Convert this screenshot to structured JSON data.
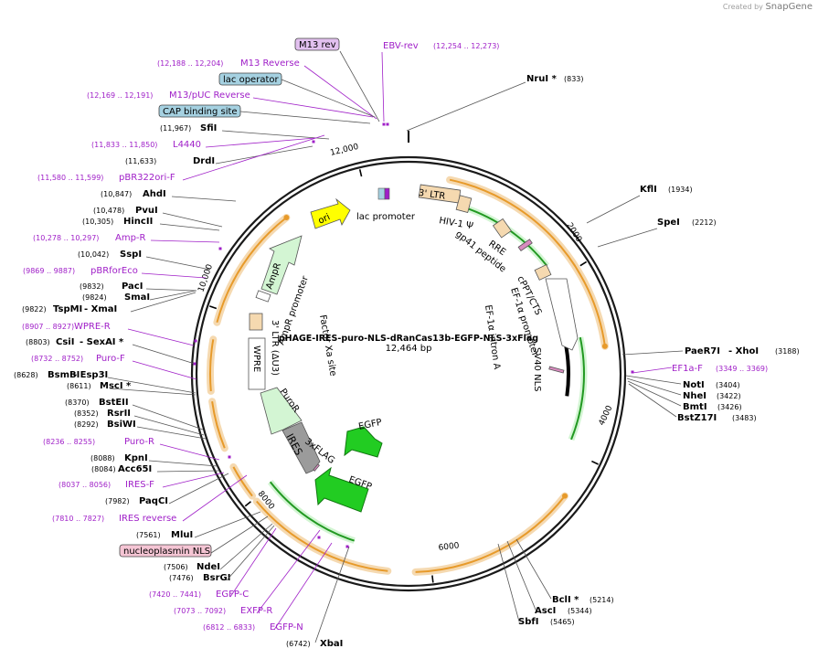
{
  "branding": {
    "created_by": "Created by",
    "app": "SnapGene"
  },
  "colors": {
    "backbone": "#1a1a1a",
    "primer": "#a020c8",
    "orange_fill": "#f5d9b0",
    "orange_stroke": "#e79a2a",
    "green_fill": "#d3f5d3",
    "bright_green": "#22cc22",
    "yellow": "#ffff00",
    "gray": "#9b9b9b",
    "pink": "#d88bbf",
    "blue": "#a5d1e1"
  },
  "plasmid": {
    "name": "pHAGE-IRES-puro-NLS-dRanCas13b-EGFP-NLS-3xFlag",
    "size": "12,464 bp"
  },
  "ticks": [
    "2000",
    "4000",
    "6000",
    "8000",
    "10,000",
    "12,000"
  ],
  "labels": {
    "m13rev": "M13 rev",
    "ebvrev": "EBV-rev",
    "ebvrev_coord": "(12,254 .. 12,273)",
    "m13reverse_coord": "(12,188 .. 12,204)",
    "m13reverse": "M13 Reverse",
    "lac_operator": "lac operator",
    "m13puc_coord": "(12,169 .. 12,191)",
    "m13puc": "M13/pUC Reverse",
    "cap": "CAP binding site",
    "sfii_coord": "(11,967)",
    "sfii": "SfiI",
    "l4440_coord": "(11,833 .. 11,850)",
    "l4440": "L4440",
    "drdi_coord": "(11,633)",
    "drdi": "DrdI",
    "pbr322_coord": "(11,580 .. 11,599)",
    "pbr322": "pBR322ori-F",
    "ahdi_coord": "(10,847)",
    "ahdi": "AhdI",
    "pvui_coord": "(10,478)",
    "pvui": "PvuI",
    "hincii_coord": "(10,305)",
    "hincii": "HincII",
    "ampr_coord": "(10,278 .. 10,297)",
    "ampr": "Amp-R",
    "sspi_coord": "(10,042)",
    "sspi": "SspI",
    "pbrforeco_coord": "(9869 .. 9887)",
    "pbrforeco": "pBRforEco",
    "paci_coord": "(9832)",
    "paci": "PacI",
    "smai_coord": "(9824)",
    "smai": "SmaI",
    "tspmi_coord": "(9822)",
    "tspmi": "TspMI",
    "xmai": "- XmaI",
    "wprer_coord": "(8907 .. 8927)",
    "wprer": "WPRE-R",
    "csii_coord": "(8803)",
    "csii": "CsiI",
    "sexai": "- SexAI *",
    "purof_coord": "(8732 .. 8752)",
    "purof": "Puro-F",
    "bsmbi_coord": "(8628)",
    "bsmbi": "BsmBI",
    "esp3i": "- Esp3I",
    "msci_coord": "(8611)",
    "msci": "MscI *",
    "bsteii_coord": "(8370)",
    "bsteii": "BstEII",
    "rsrii_coord": "(8352)",
    "rsrii": "RsrII",
    "bsiwi_coord": "(8292)",
    "bsiwi": "BsiWI",
    "puror_coord": "(8236 .. 8255)",
    "puror": "Puro-R",
    "kpni_coord": "(8088)",
    "kpni": "KpnI",
    "acc65i_coord": "(8084)",
    "acc65i": "Acc65I",
    "iresf_coord": "(8037 .. 8056)",
    "iresf": "IRES-F",
    "paqci_coord": "(7982)",
    "paqci": "PaqCI",
    "iresrev_coord": "(7810 .. 7827)",
    "iresrev": "IRES reverse",
    "mlui_coord": "(7561)",
    "mlui": "MluI",
    "nls": "nucleoplasmin NLS",
    "ndei_coord": "(7506)",
    "ndei": "NdeI",
    "bsrgi_coord": "(7476)",
    "bsrgi": "BsrGI",
    "egfpc_coord": "(7420 .. 7441)",
    "egfpc": "EGFP-C",
    "exfpr_coord": "(7073 .. 7092)",
    "exfpr": "EXFP-R",
    "egfpn_coord": "(6812 .. 6833)",
    "egfpn": "EGFP-N",
    "xbai_coord": "(6742)",
    "xbai": "XbaI",
    "nrui": "NruI *",
    "nrui_coord": "(833)",
    "kfli": "KflI",
    "kfli_coord": "(1934)",
    "spei": "SpeI",
    "spei_coord": "(2212)",
    "paer7i": "PaeR7I",
    "xhoi": "- XhoI",
    "paer7i_coord": "(3188)",
    "ef1af": "EF1a-F",
    "ef1af_coord": "(3349 .. 3369)",
    "noti": "NotI",
    "noti_coord": "(3404)",
    "nhei": "NheI",
    "nhei_coord": "(3422)",
    "bmti": "BmtI",
    "bmti_coord": "(3426)",
    "bstz17i": "BstZ17I",
    "bstz17i_coord": "(3483)",
    "bcli": "BclI *",
    "bcli_coord": "(5214)",
    "asci": "AscI",
    "asci_coord": "(5344)",
    "sbfi": "SbfI",
    "sbfi_coord": "(5465)"
  },
  "features": {
    "ltr3": "3' LTR",
    "hiv": "HIV-1 Ψ",
    "rre": "RRE",
    "gp41": "gp41 peptide",
    "cppt": "cPPT/CTS",
    "ef1a_promoter": "EF-1α promoter",
    "ef1a_intron": "EF-1α intron A",
    "sv40nls": "SV40 NLS",
    "egfp1": "EGFP",
    "egfp2": "EGFP",
    "flag": "3xFLAG",
    "ires": "IRES",
    "puror": "PuroR",
    "wpre": "WPRE",
    "ltr3u3": "3' LTR (ΔU3)",
    "facxa": "Factor Xa site",
    "ampr_promoter": "AmpR promoter",
    "ampr": "AmpR",
    "ori": "ori",
    "lac_promoter": "lac promoter"
  }
}
